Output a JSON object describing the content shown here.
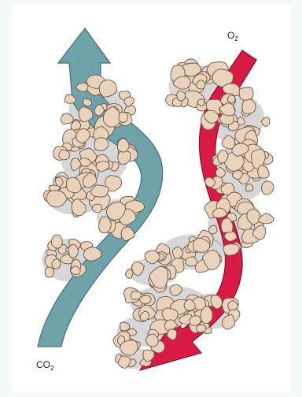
{
  "labels": {
    "oxygen": {
      "base": "O",
      "sub": "2"
    },
    "carbon_dioxide": {
      "base": "CO",
      "sub": "2"
    }
  },
  "colors": {
    "co2_arrow": "#6fa3aa",
    "o2_arrow": "#d81b45",
    "particle_fill": "#e9d3bd",
    "particle_stroke": "#6a5444",
    "pore_shading": "#6e6e6e"
  }
}
